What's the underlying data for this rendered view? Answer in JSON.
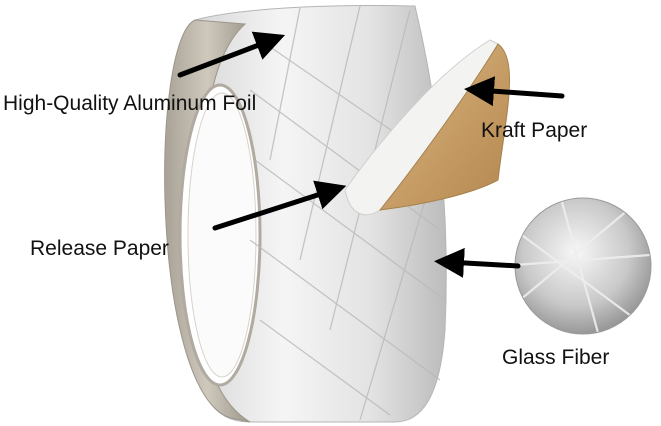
{
  "labels": {
    "aluminum_foil": "High-Quality Aluminum Foil",
    "kraft_paper": "Kraft Paper",
    "release_paper": "Release Paper",
    "glass_fiber": "Glass Fiber"
  },
  "colors": {
    "foil_light": "#f2f2f2",
    "foil_mid": "#cfcfcf",
    "foil_dark": "#8a8a8a",
    "roll_edge": "#b9b3a8",
    "kraft": "#c9a370",
    "release": "#f4f4f2",
    "arrow": "#000000",
    "text": "#111111"
  }
}
